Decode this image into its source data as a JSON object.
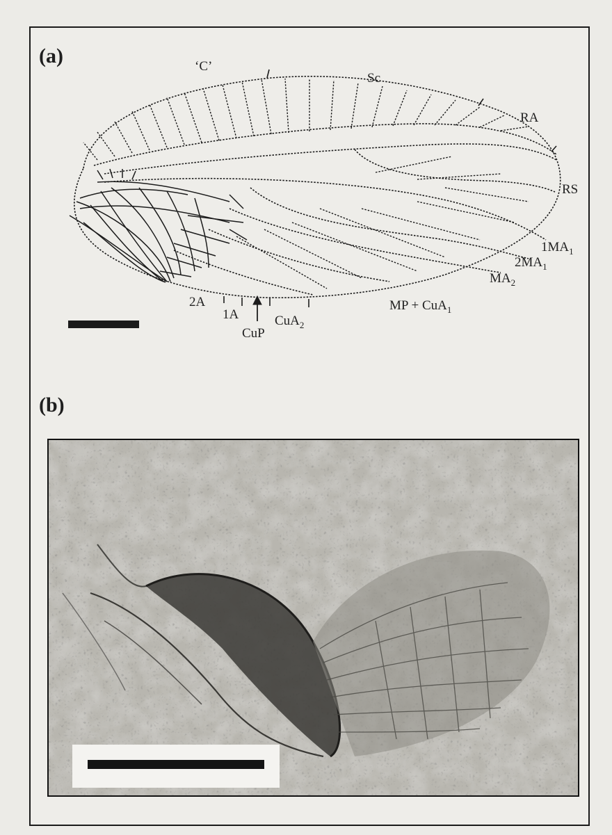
{
  "figure": {
    "panel_a_label": "(a)",
    "panel_b_label": "(b)",
    "vein_labels": {
      "costa": "‘C’",
      "sc": "Sc",
      "ra": "RA",
      "rs": "RS",
      "ma1_1": "1MA",
      "ma1_1_sub": "1",
      "ma1_2": "2MA",
      "ma1_2_sub": "1",
      "ma2": "MA",
      "ma2_sub": "2",
      "mp_cua1": "MP + CuA",
      "mp_cua1_sub": "1",
      "a2": "2A",
      "a1": "1A",
      "cup": "CuP",
      "cua2": "CuA",
      "cua2_sub": "2"
    },
    "colors": {
      "ink": "#1c1c1c",
      "paper": "#eeede9",
      "photo_rock": "#9a9890"
    }
  }
}
